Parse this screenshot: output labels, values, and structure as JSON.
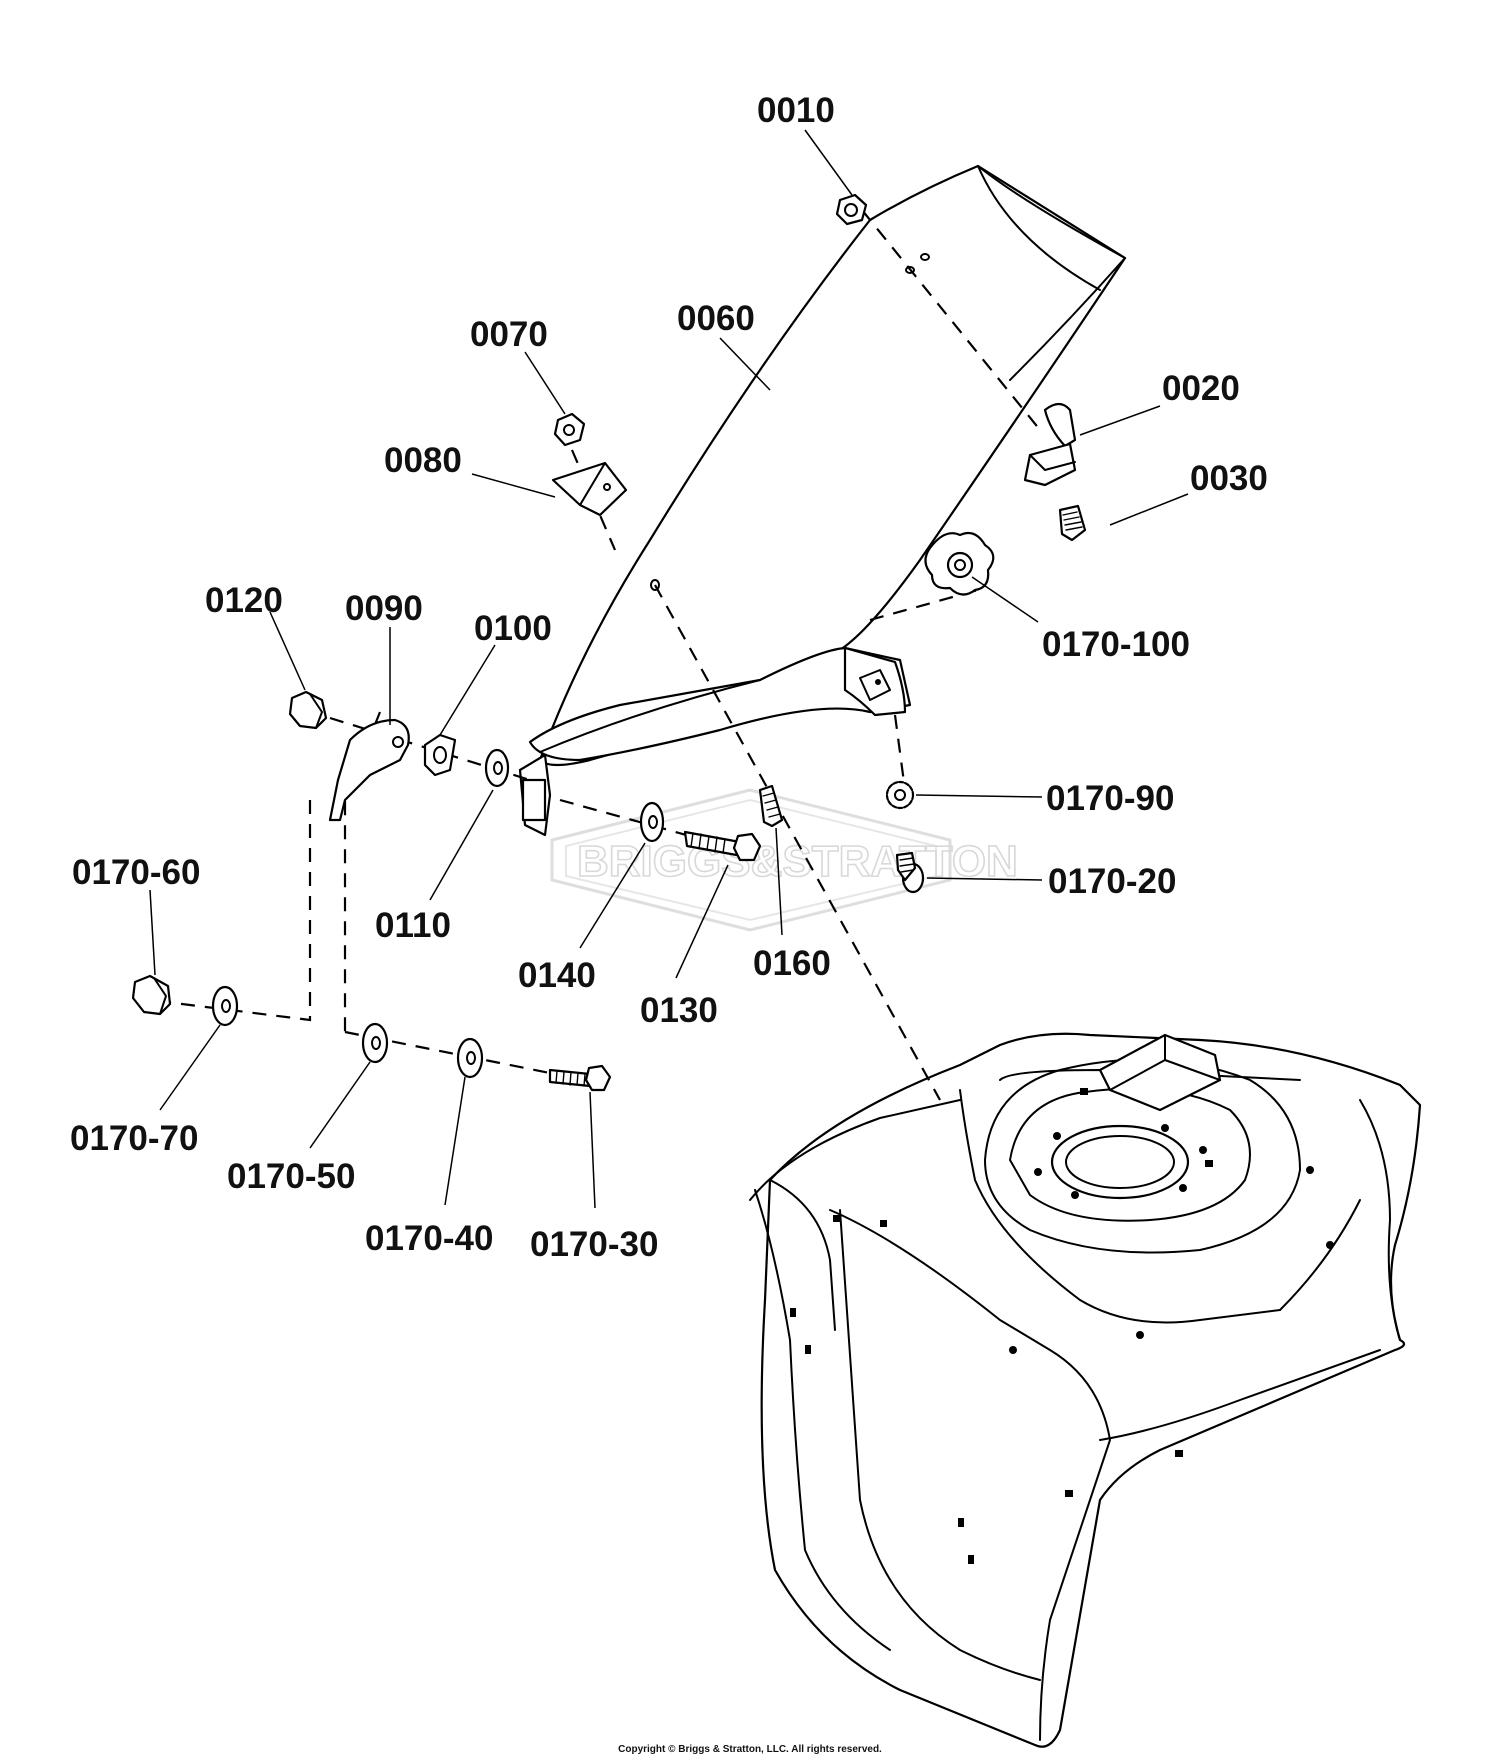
{
  "parts": {
    "p0010": "0010",
    "p0020": "0020",
    "p0030": "0030",
    "p0060": "0060",
    "p0070": "0070",
    "p0080": "0080",
    "p0090": "0090",
    "p0100": "0100",
    "p0110": "0110",
    "p0120": "0120",
    "p0130": "0130",
    "p0140": "0140",
    "p0160": "0160",
    "p0170_100": "0170-100",
    "p0170_90": "0170-90",
    "p0170_20": "0170-20",
    "p0170_60": "0170-60",
    "p0170_70": "0170-70",
    "p0170_50": "0170-50",
    "p0170_40": "0170-40",
    "p0170_30": "0170-30"
  },
  "watermark": "BRIGGS&STRATTON",
  "copyright": "Copyright © Briggs & Stratton, LLC. All rights reserved."
}
